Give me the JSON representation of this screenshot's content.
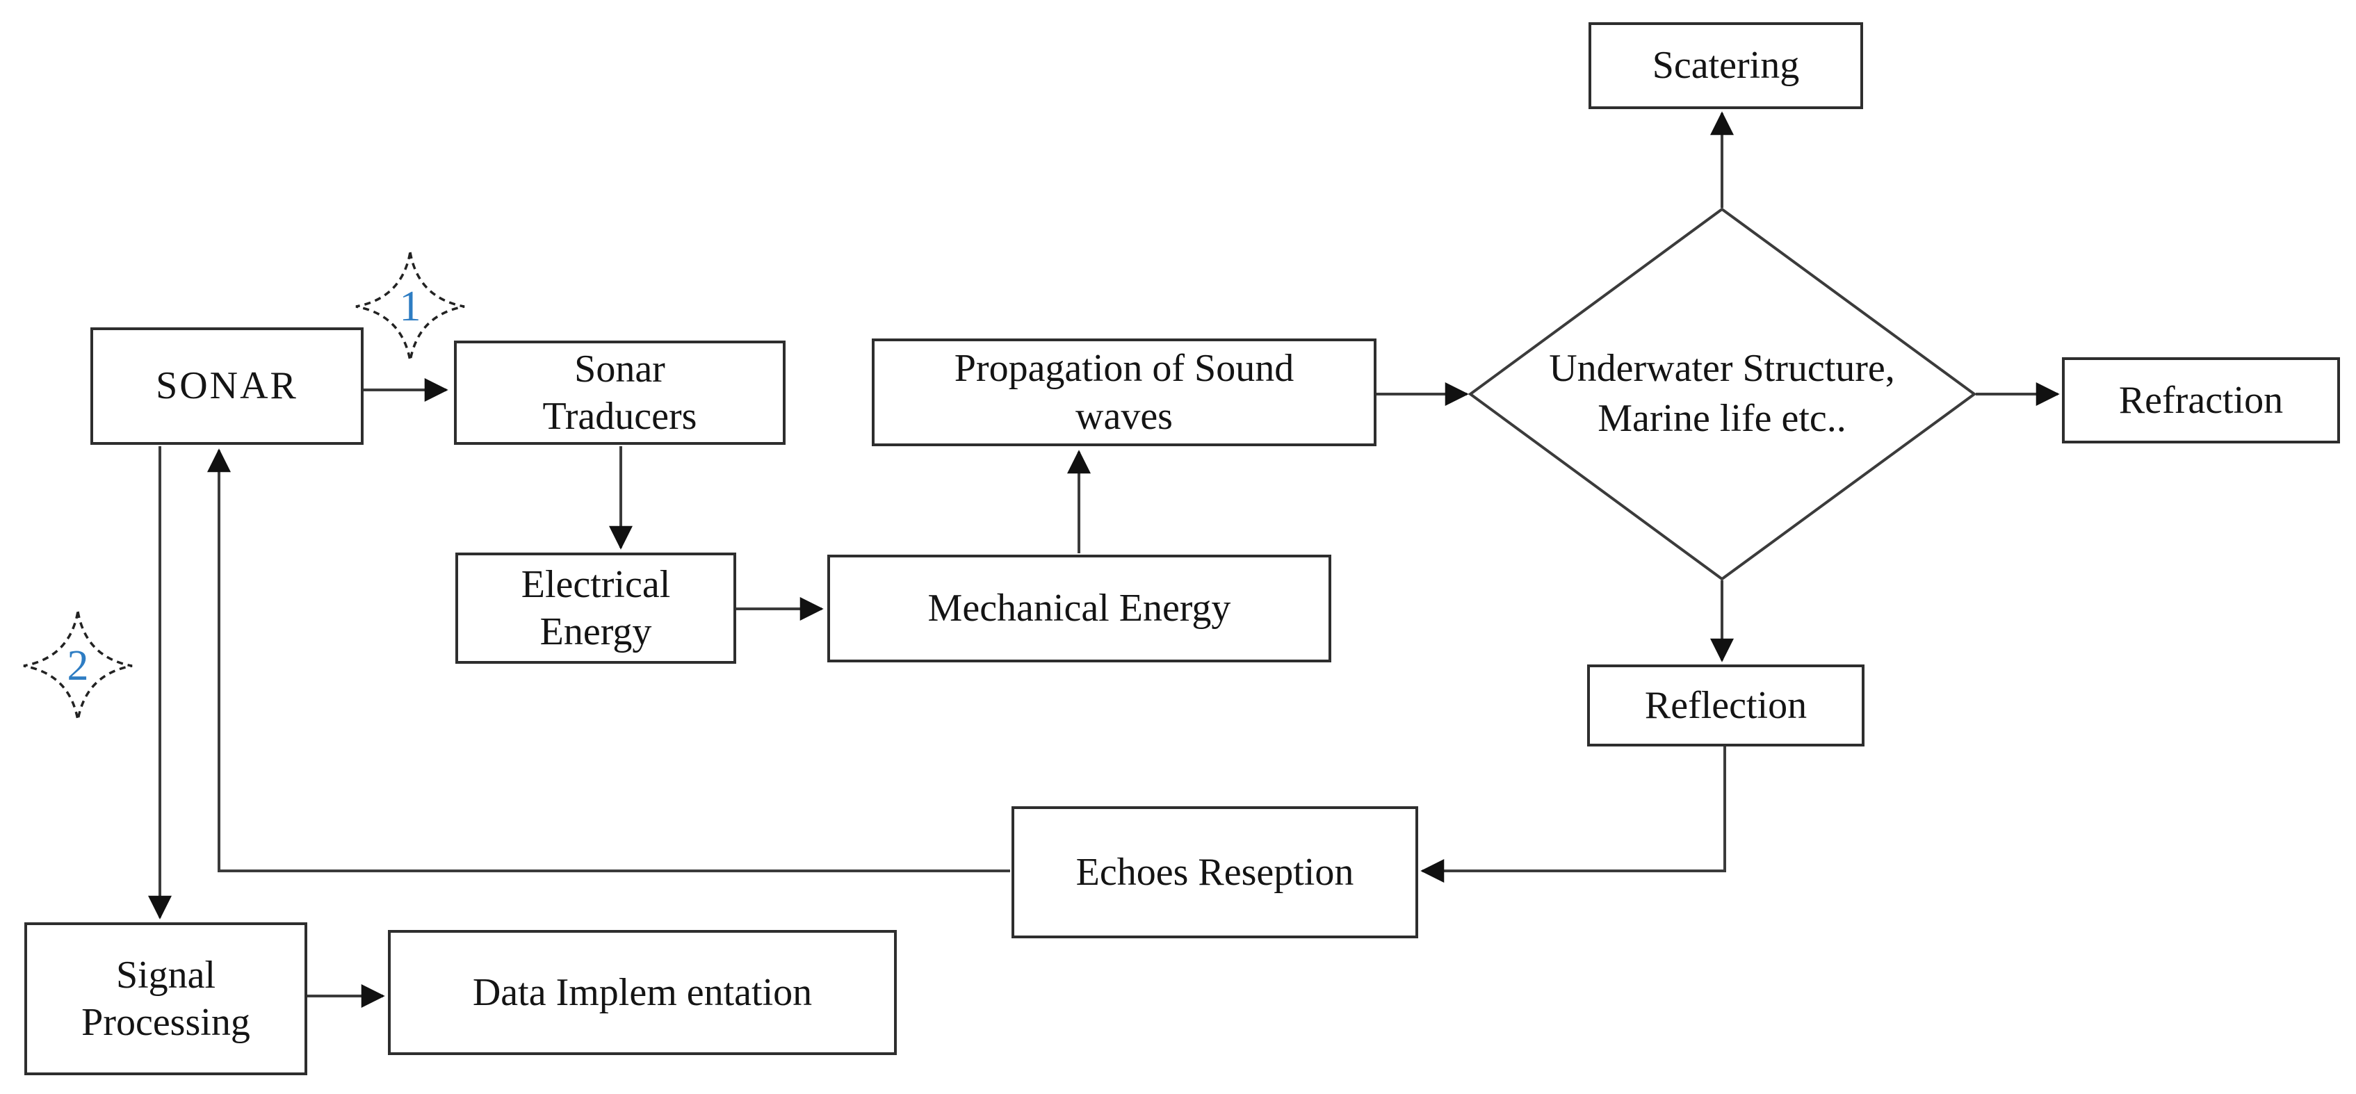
{
  "figure": {
    "title": "SONAR working principle flowchart",
    "nodes": {
      "sonar": {
        "label": "SONAR"
      },
      "traducers": {
        "label": "Sonar\nTraducers"
      },
      "propagation": {
        "label": "Propagation of Sound\nwaves"
      },
      "electrical": {
        "label": "Electrical\nEnergy"
      },
      "mechanical": {
        "label": "Mechanical Energy"
      },
      "scatering": {
        "label": "Scatering"
      },
      "underwater": {
        "label": "Underwater Structure,\nMarine life etc.."
      },
      "refraction": {
        "label": "Refraction"
      },
      "reflection": {
        "label": "Reflection"
      },
      "echoes": {
        "label": "Echoes Reseption"
      },
      "signal": {
        "label": "Signal\nProcessing"
      },
      "data_impl": {
        "label": "Data Implem entation"
      }
    },
    "step_markers": {
      "star1": {
        "digit": "1"
      },
      "star2": {
        "digit": "2"
      }
    },
    "colors": {
      "line": "#3b3b3b",
      "border": "#2e2e2e",
      "text": "#141414",
      "arrowhead": "#111111",
      "star_digit": "#2e7dc3",
      "background": "#ffffff"
    }
  }
}
